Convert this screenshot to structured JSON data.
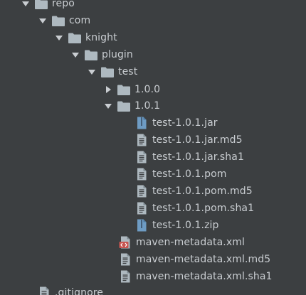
{
  "tree": {
    "nodes": [
      {
        "label": "repo",
        "type": "folder",
        "expanded": true
      },
      {
        "label": "com",
        "type": "folder",
        "expanded": true
      },
      {
        "label": "knight",
        "type": "folder",
        "expanded": true
      },
      {
        "label": "plugin",
        "type": "folder",
        "expanded": true
      },
      {
        "label": "test",
        "type": "folder",
        "expanded": true
      },
      {
        "label": "1.0.0",
        "type": "folder",
        "expanded": false
      },
      {
        "label": "1.0.1",
        "type": "folder",
        "expanded": true
      },
      {
        "label": "test-1.0.1.jar",
        "type": "archive"
      },
      {
        "label": "test-1.0.1.jar.md5",
        "type": "text"
      },
      {
        "label": "test-1.0.1.jar.sha1",
        "type": "text"
      },
      {
        "label": "test-1.0.1.pom",
        "type": "text"
      },
      {
        "label": "test-1.0.1.pom.md5",
        "type": "text"
      },
      {
        "label": "test-1.0.1.pom.sha1",
        "type": "text"
      },
      {
        "label": "test-1.0.1.zip",
        "type": "archive"
      },
      {
        "label": "maven-metadata.xml",
        "type": "xml"
      },
      {
        "label": "maven-metadata.xml.md5",
        "type": "text"
      },
      {
        "label": "maven-metadata.xml.sha1",
        "type": "text"
      },
      {
        "label": ".gitignore",
        "type": "text"
      }
    ]
  },
  "colors": {
    "background": "#3c3f41",
    "text": "#c9cdd1",
    "folder": "#aeb9c0",
    "file": "#aeb9c0",
    "archive": "#6e9cc4",
    "xml_badge": "#c75450",
    "arrow": "#c9cdd1"
  }
}
